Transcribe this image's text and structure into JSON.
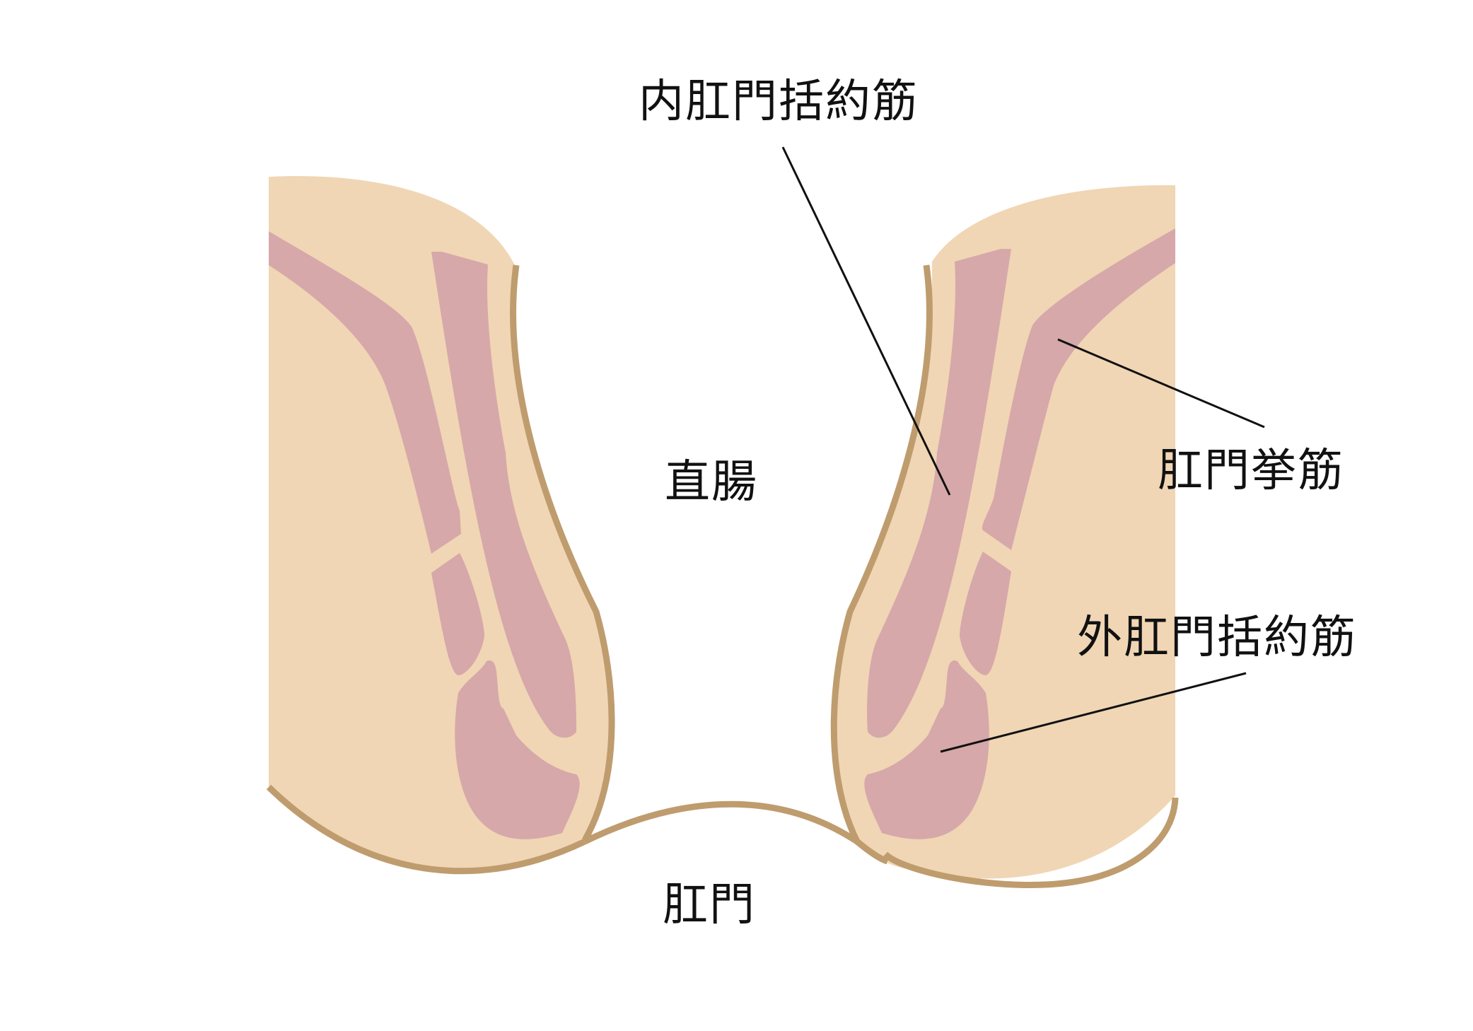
{
  "labels": {
    "internal_sphincter": "内肛門括約筋",
    "rectum": "直腸",
    "levator_ani": "肛門挙筋",
    "external_sphincter": "外肛門括約筋",
    "anus": "肛門"
  },
  "colors": {
    "tissue": "#f0d6b4",
    "muscle": "#d6a8aa",
    "wall": "#bf9c6e",
    "leader": "#111111",
    "background": "#ffffff"
  }
}
